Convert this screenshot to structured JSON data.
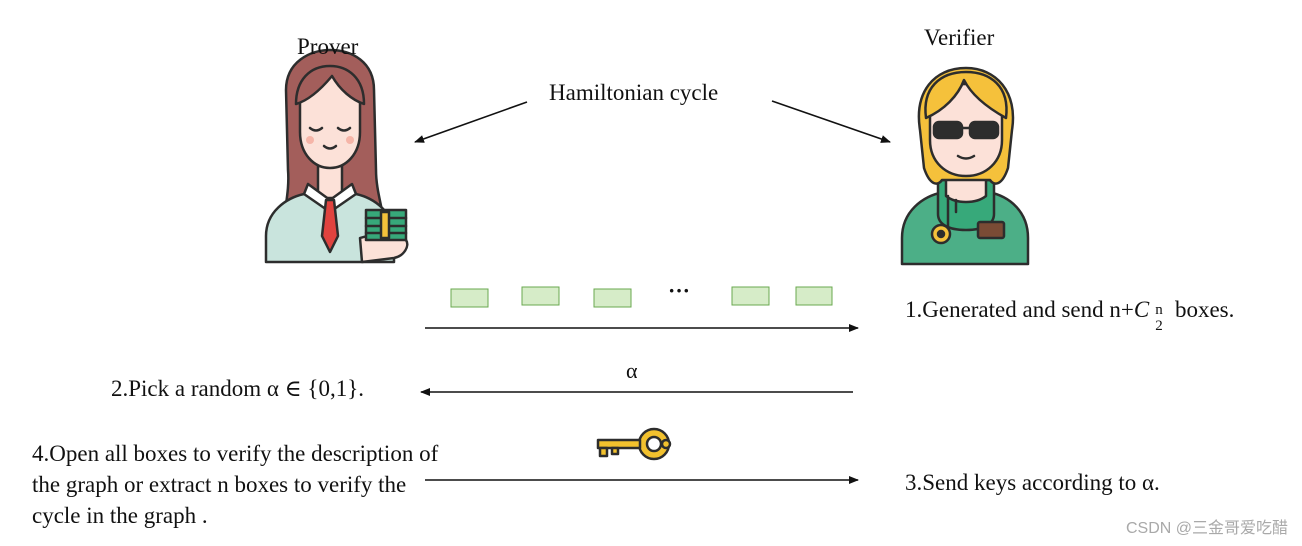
{
  "labels": {
    "prover": "Prover",
    "verifier": "Verifier",
    "hamiltonian": "Hamiltonian cycle",
    "alpha": "α",
    "dots": "···"
  },
  "steps": {
    "step1_prefix": "1.Generated and send n+",
    "step1_C": "C",
    "step1_sup": "n",
    "step1_sub": "2",
    "step1_suffix": " boxes.",
    "step2": "2.Pick a random α ∈ {0,1}.",
    "step3": "3.Send keys according to α.",
    "step4": "4.Open all boxes to verify the description of the graph or extract n boxes to verify the cycle in the graph ."
  },
  "watermark": "CSDN @三金哥爱吃醋",
  "icons": {
    "prover": "woman-with-tie-holding-cash-icon",
    "verifier": "blonde-person-with-sunglasses-icon",
    "key": "golden-key-icon",
    "boxes": "green-box-icon"
  },
  "colors": {
    "arrow": "#111111",
    "box_fill": "#d6ecc8",
    "box_stroke": "#6aa84f",
    "hair_prover": "#a35e5b",
    "hair_verifier": "#f5c13b",
    "skin": "#fce1d8",
    "jacket_verifier": "#4caf87",
    "shirt_prover": "#c9e4dd",
    "tie": "#e0433f",
    "key": "#f2c12e"
  }
}
